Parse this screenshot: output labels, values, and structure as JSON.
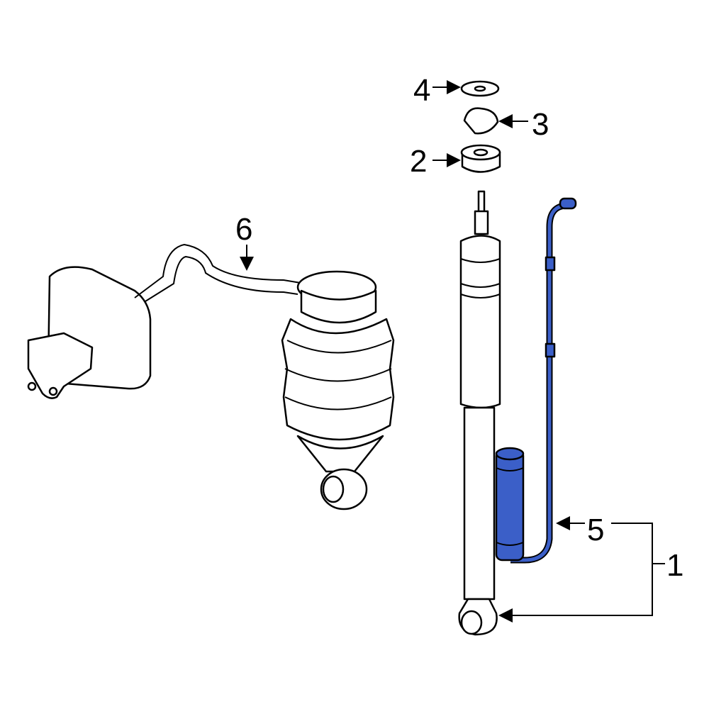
{
  "callouts": [
    {
      "number": "1"
    },
    {
      "number": "2"
    },
    {
      "number": "3"
    },
    {
      "number": "4"
    },
    {
      "number": "5"
    },
    {
      "number": "6"
    }
  ],
  "colors": {
    "highlight": "#3b5fc8",
    "line": "#000000",
    "background": "#ffffff"
  }
}
